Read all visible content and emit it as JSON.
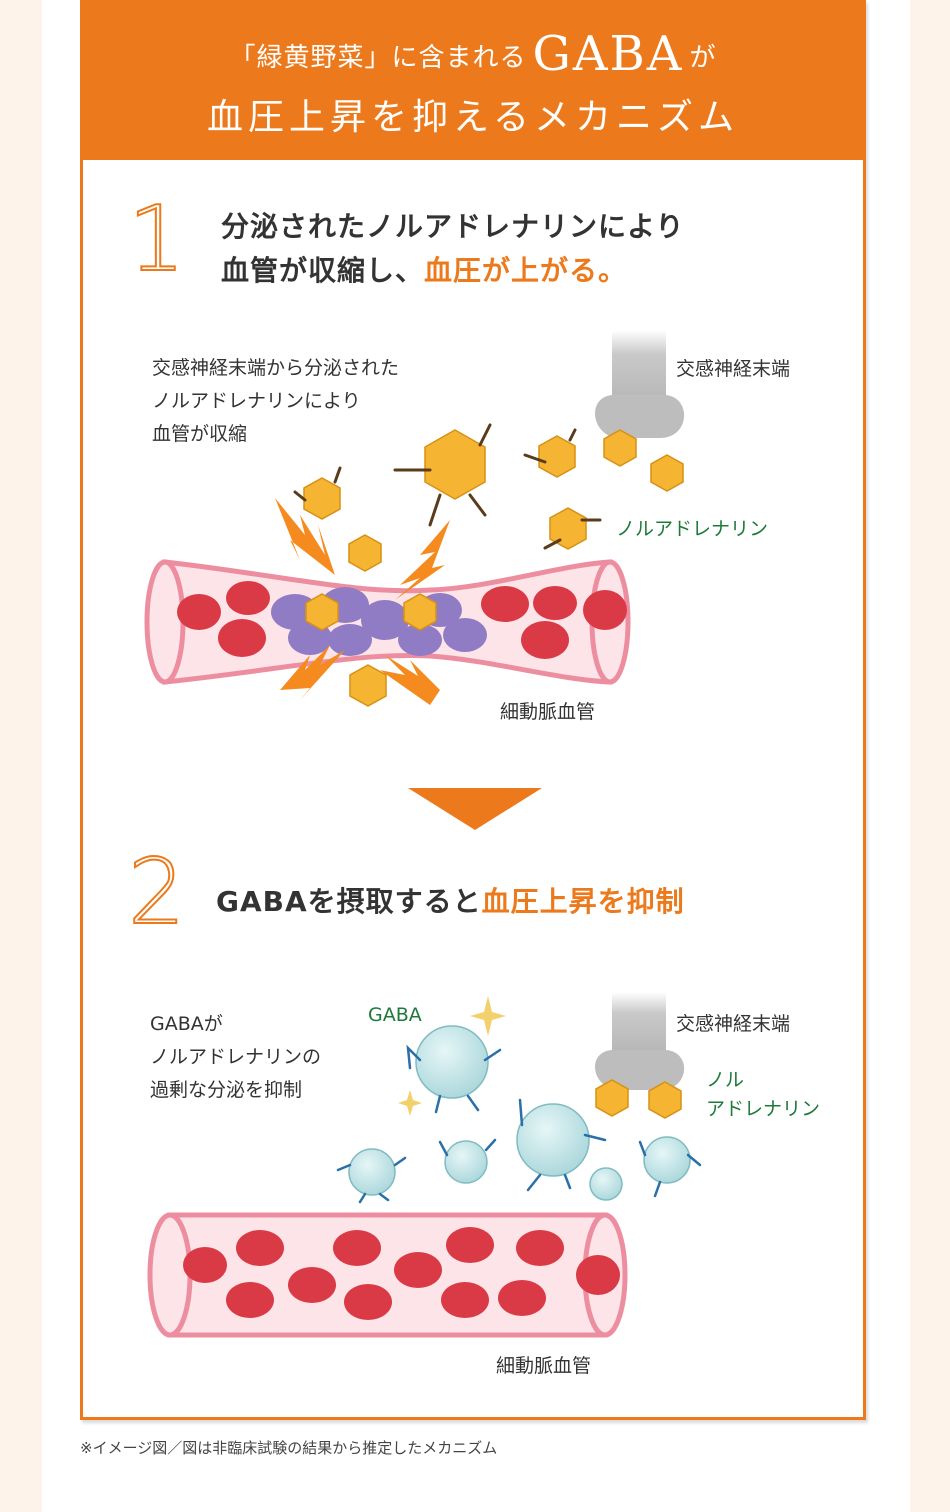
{
  "header": {
    "line1_pre": "「緑黄野菜」に含まれる",
    "line1_big": "GABA",
    "line1_post": "が",
    "line2": "血圧上昇を抑えるメカニズム"
  },
  "step1": {
    "number": "1",
    "title_line1": "分泌されたノルアドレナリンにより",
    "title_line2_pre": "血管が収縮し、",
    "title_line2_accent": "血圧が上がる。",
    "desc_lines": [
      "交感神経末端から分泌された",
      "ノルアドレナリンにより",
      "血管が収縮"
    ],
    "nerve_label": "交感神経末端",
    "noradrenaline_label": "ノルアドレナリン",
    "vessel_label": "細動脈血管"
  },
  "step2": {
    "number": "2",
    "title_pre": "GABAを摂取すると",
    "title_accent": "血圧上昇を抑制",
    "desc_lines": [
      "GABAが",
      "ノルアドレナリンの",
      "過剰な分泌を抑制"
    ],
    "gaba_label": "GABA",
    "nerve_label": "交感神経末端",
    "noradrenaline_line1": "ノル",
    "noradrenaline_line2": "アドレナリン",
    "vessel_label": "細動脈血管"
  },
  "footnote": "※イメージ図／図は非臨床試験の結果から推定したメカニズム",
  "colors": {
    "accent": "#ec7a1c",
    "green": "#1e7a3a",
    "vessel": "#ec8ea0",
    "blood": "#d93a45",
    "gaba": "#b9dfe2",
    "hormone": "#f5b533"
  }
}
